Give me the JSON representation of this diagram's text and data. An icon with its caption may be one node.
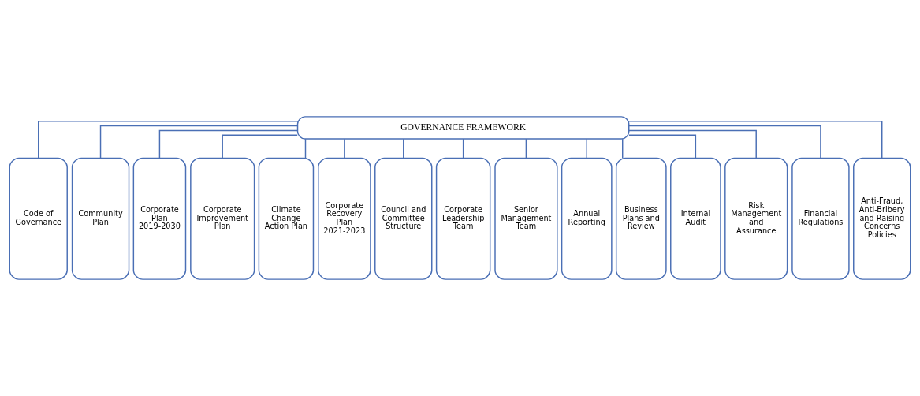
{
  "diagram": {
    "nodes": [
      {
        "text": [
          "GOVERNANCE FRAMEWORK"
        ]
      },
      {
        "text": [
          "Code of Governance"
        ]
      },
      {
        "text": [
          "Community Plan"
        ]
      },
      {
        "text": [
          "Corporate Plan 2019-2030"
        ]
      },
      {
        "text": [
          "Corporate Improvement Plan"
        ]
      },
      {
        "text": [
          "Climate Change Action Plan"
        ]
      },
      {
        "text": [
          "Corporate Recovery Plan 2021-2023"
        ]
      },
      {
        "text": [
          "Council and Committee Structure"
        ]
      },
      {
        "text": [
          "Corporate Leadership Team"
        ]
      },
      {
        "text": [
          "Senior Management Team"
        ]
      },
      {
        "text": [
          "Annual Reporting"
        ]
      },
      {
        "text": [
          "Business Plans and Review"
        ]
      },
      {
        "text": [
          "Internal Audit"
        ]
      },
      {
        "text": [
          "Risk Management and Assurance"
        ]
      },
      {
        "text": [
          "Financial Regulations"
        ]
      },
      {
        "text": [
          "Anti-Fraud, Anti-Bribery and Raising Concerns Policies"
        ]
      }
    ],
    "edges": [
      {
        "from": 0,
        "to": 1,
        "arrow": "none"
      },
      {
        "from": 0,
        "to": 2,
        "arrow": "none"
      },
      {
        "from": 0,
        "to": 3,
        "arrow": "none"
      },
      {
        "from": 0,
        "to": 4,
        "arrow": "none"
      },
      {
        "from": 0,
        "to": 5,
        "arrow": "none"
      },
      {
        "from": 0,
        "to": 6,
        "arrow": "none"
      },
      {
        "from": 0,
        "to": 7,
        "arrow": "none"
      },
      {
        "from": 0,
        "to": 8,
        "arrow": "none"
      },
      {
        "from": 0,
        "to": 9,
        "arrow": "none"
      },
      {
        "from": 0,
        "to": 10,
        "arrow": "none"
      },
      {
        "from": 0,
        "to": 11,
        "arrow": "none"
      },
      {
        "from": 0,
        "to": 12,
        "arrow": "none"
      },
      {
        "from": 0,
        "to": 13,
        "arrow": "none"
      },
      {
        "from": 0,
        "to": 14,
        "arrow": "none"
      },
      {
        "from": 0,
        "to": 15,
        "arrow": "none"
      }
    ]
  }
}
